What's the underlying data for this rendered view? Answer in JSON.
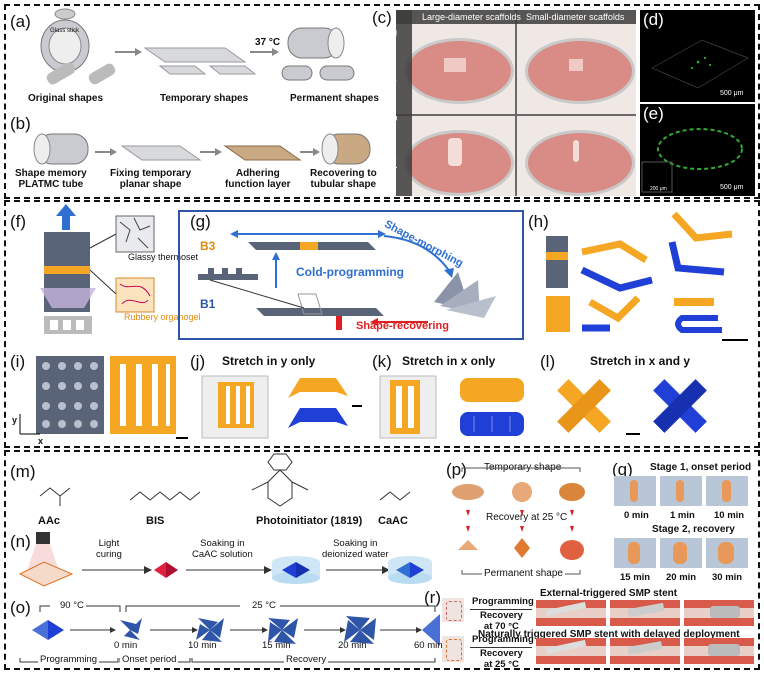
{
  "panels": {
    "a": {
      "label": "(a)",
      "original": "Original shapes",
      "temporary": "Temporary shapes",
      "permanent": "Permanent shapes",
      "temp": "37 °C",
      "stick": "Glass stick"
    },
    "b": {
      "label": "(b)",
      "step1": "Shape memory\nPLATMC tube",
      "step2": "Fixing temporary\nplanar shape",
      "step3": "Adhering\nfunction layer",
      "step4": "Recovering to\ntubular shape"
    },
    "c": {
      "label": "(c)",
      "col1": "Large-diameter scaffolds",
      "col2": "Small-diameter scaffolds",
      "row1": "Temporary shape",
      "row2": "Permanent shape"
    },
    "d": {
      "label": "(d)",
      "scale": "500 μm"
    },
    "e": {
      "label": "(e)",
      "scale": "500 μm",
      "inset_scale": "200 μm"
    },
    "f": {
      "label": "(f)",
      "glassy": "Glassy thermoset",
      "rubbery": "Rubbery organogel"
    },
    "g": {
      "label": "(g)",
      "b3": "B3",
      "b1": "B1",
      "cold": "Cold-programming",
      "morph": "Shape-morphing",
      "recover": "Shape-recovering"
    },
    "h": {
      "label": "(h)"
    },
    "i": {
      "label": "(i)",
      "x": "x",
      "y": "y"
    },
    "j": {
      "label": "(j)",
      "title": "Stretch in y only"
    },
    "k": {
      "label": "(k)",
      "title": "Stretch in x only"
    },
    "l": {
      "label": "(l)",
      "title": "Stretch in x and y"
    },
    "m": {
      "label": "(m)",
      "aac": "AAc",
      "bis": "BIS",
      "photo": "Photoinitiator (1819)",
      "caac": "CaAC"
    },
    "n": {
      "label": "(n)",
      "light": "Light\ncuring",
      "soak1": "Soaking in\nCaAC solution",
      "soak2": "Soaking in\ndeionized water"
    },
    "o": {
      "label": "(o)",
      "t90": "90 °C",
      "t25": "25 °C",
      "times": [
        "0 min",
        "10 min",
        "15 min",
        "20 min",
        "60 min"
      ],
      "programming": "Programming",
      "onset": "Onset period",
      "recovery": "Recovery"
    },
    "p": {
      "label": "(p)",
      "temp_shape": "Temporary shape",
      "recovery": "Recovery at 25 °C",
      "perm_shape": "Permanent shape"
    },
    "q": {
      "label": "(q)",
      "stage1": "Stage 1, onset period",
      "stage2": "Stage 2, recovery",
      "row1": [
        "0 min",
        "1 min",
        "10 min"
      ],
      "row2": [
        "15 min",
        "20 min",
        "30 min"
      ]
    },
    "r": {
      "label": "(r)",
      "ext": "External-triggered SMP stent",
      "nat": "Naturally triggered SMP stent with delayed deployment",
      "prog1": "Programming",
      "rec1": "Recovery\nat 70 °C",
      "prog2": "Programming",
      "rec2": "Recovery\nat 25 °C"
    }
  },
  "colors": {
    "orange": "#f5a623",
    "blue": "#1f3fd6",
    "slate": "#5a6478",
    "accentBlue": "#2e6fd1",
    "red": "#e02020",
    "dishPink": "#e8a49a"
  }
}
